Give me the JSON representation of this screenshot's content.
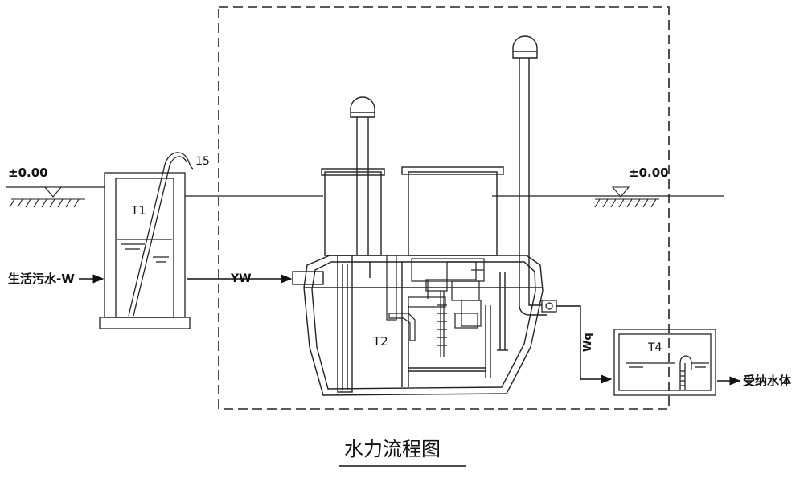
{
  "labels": {
    "ground_left": "±0.00",
    "ground_right": "±0.00",
    "callout_15": "15",
    "tank_t1": "T1",
    "tank_t2": "T2",
    "tank_t4": "T4",
    "inlet": "生活污水-W",
    "flow_yw": "YW",
    "flow_wq": "Wq",
    "outlet": "受纳水体"
  },
  "caption": "水力流程图"
}
